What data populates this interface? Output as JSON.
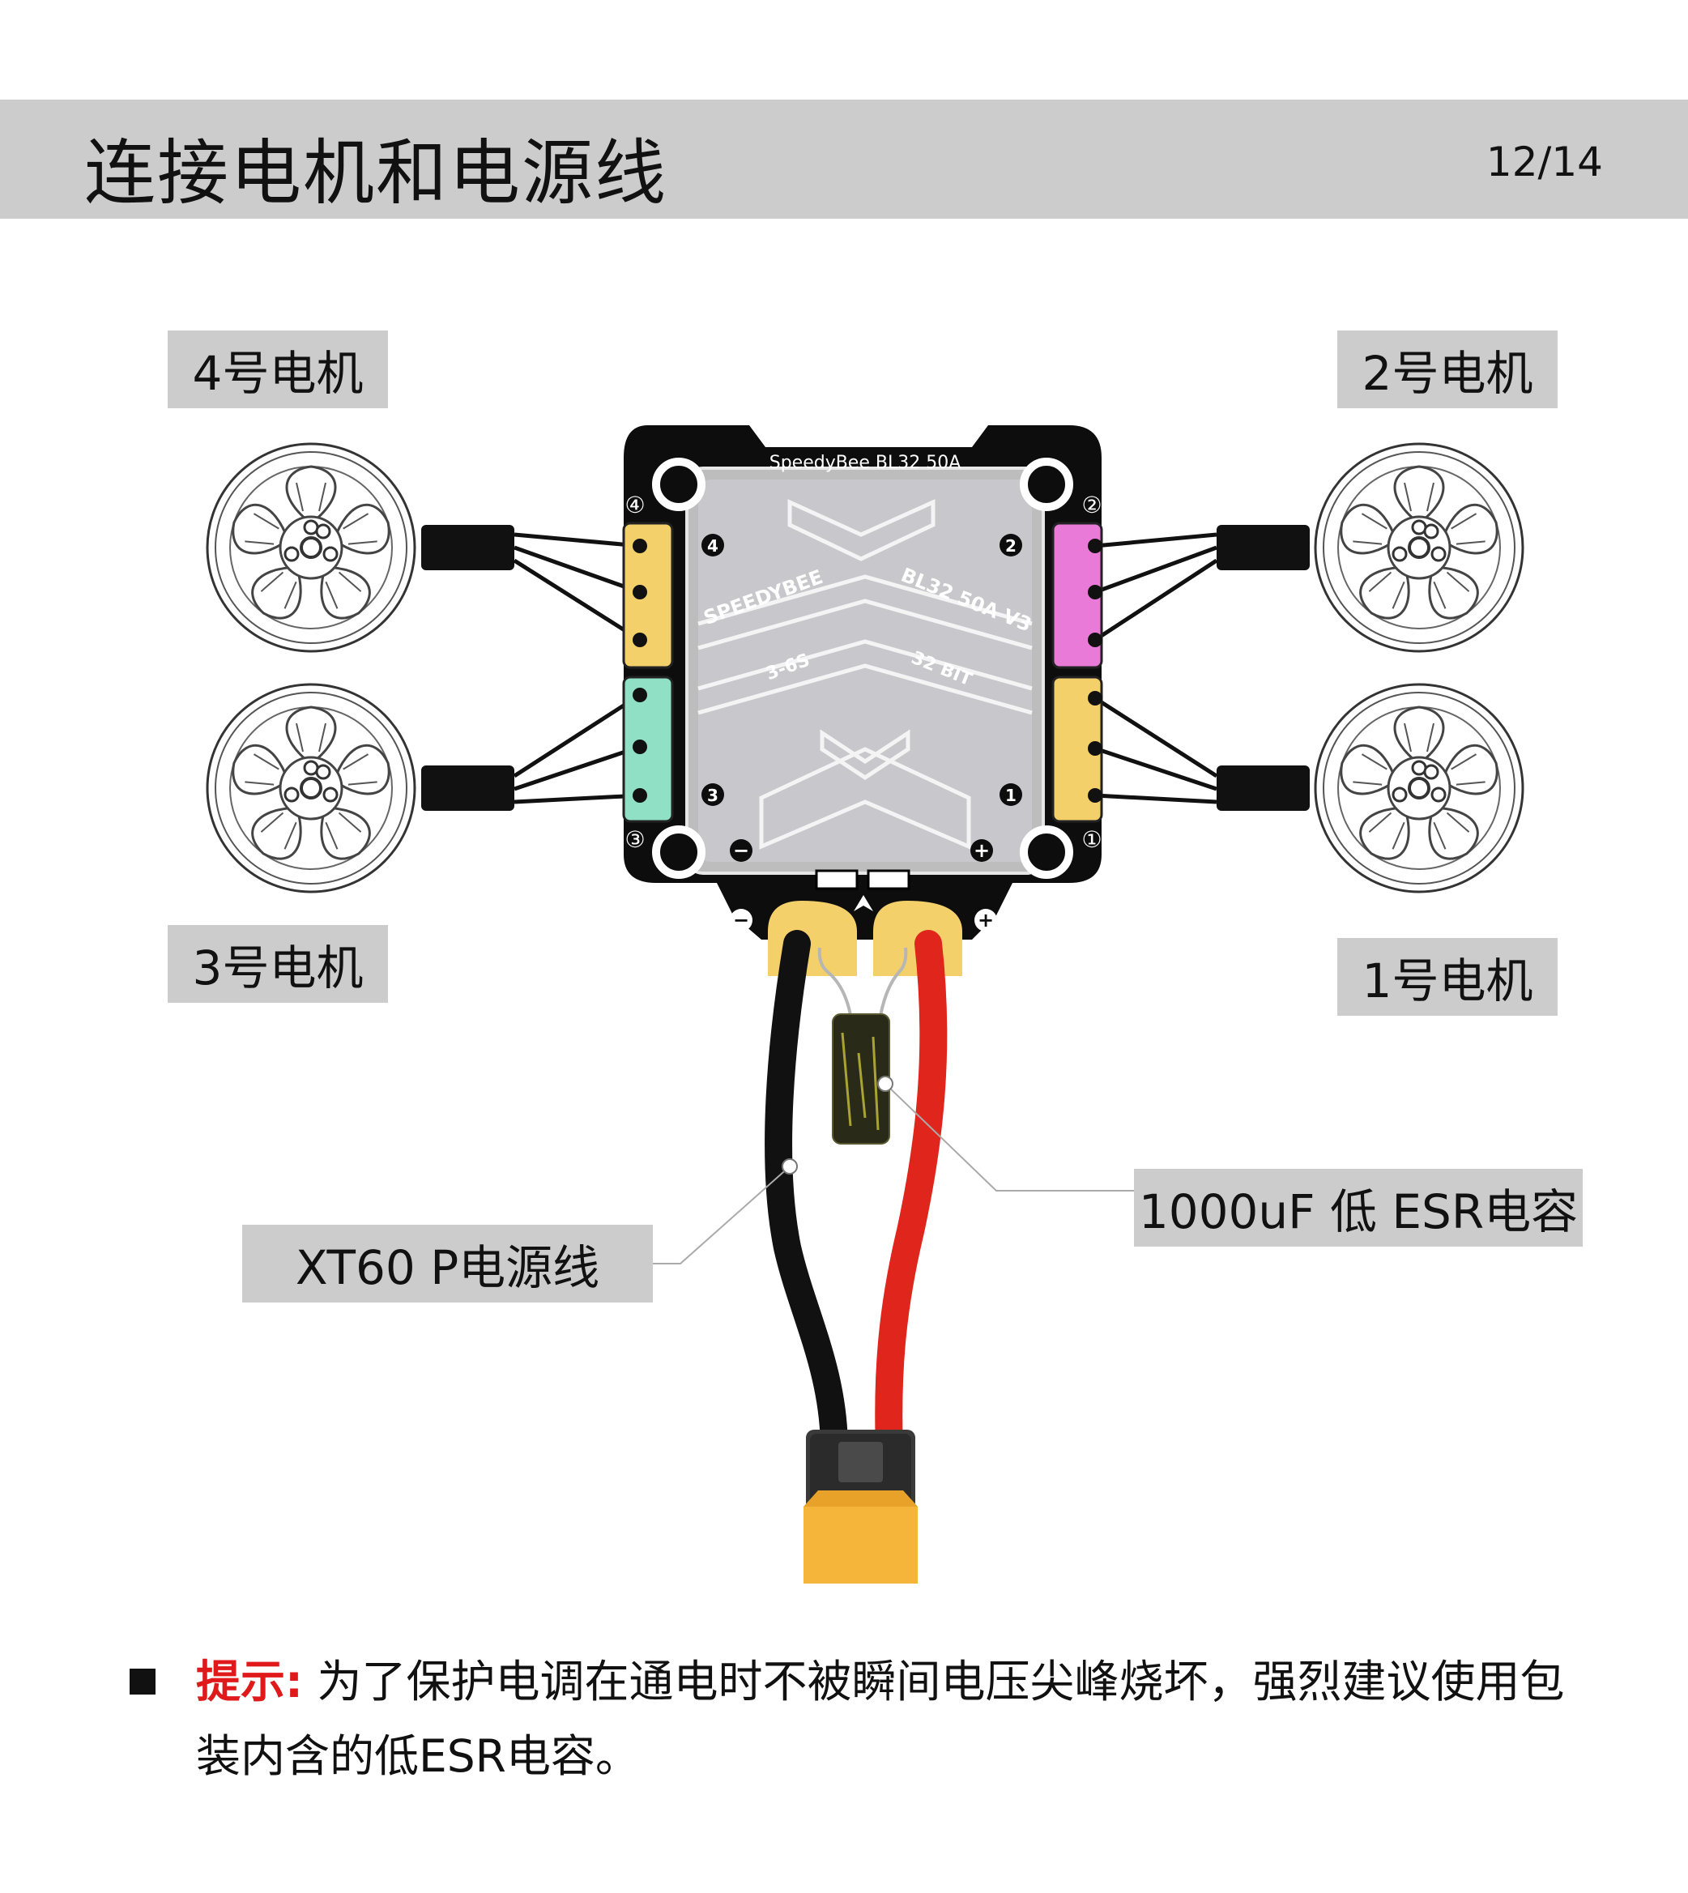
{
  "header": {
    "title": "连接电机和电源线",
    "page": "12/14"
  },
  "motors": [
    {
      "label": "4号电机"
    },
    {
      "label": "2号电机"
    },
    {
      "label": "3号电机"
    },
    {
      "label": "1号电机"
    }
  ],
  "esc": {
    "silk_top": "SpeedyBee BL32 50A",
    "brand": "SPEEDYBEE",
    "model": "BL32 50A V3",
    "voltage": "3-6S",
    "bits": "32 BIT",
    "pad_numbers": [
      "④",
      "②",
      "③",
      "①"
    ],
    "corner_numbers": [
      "4",
      "2",
      "3",
      "1"
    ],
    "minus": "−",
    "plus": "+"
  },
  "callouts": {
    "capacitor": "1000uF 低 ESR电容",
    "power_cable": "XT60 P电源线"
  },
  "colors": {
    "yellow_pad": "#f3d06a",
    "pink_pad": "#ea7ad8",
    "teal_pad": "#8fe0c4",
    "red_wire": "#e0251c",
    "xt60": "#f5b53a",
    "tip_red": "#e01a1a"
  },
  "tip": {
    "label": "提示:",
    "text": "为了保护电调在通电时不被瞬间电压尖峰烧坏，强烈建议使用包装内含的低ESR电容。"
  }
}
